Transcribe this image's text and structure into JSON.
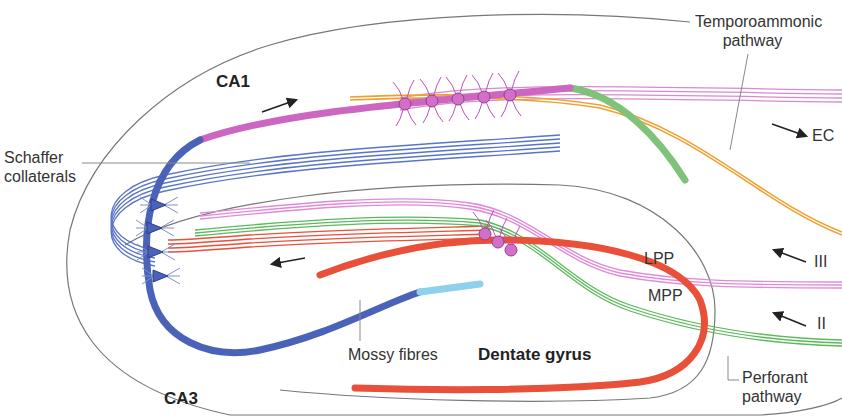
{
  "diagram": {
    "labels": [
      "Temporoammonic pathway",
      "CA1",
      "Schaffer collaterals",
      "EC",
      "III",
      "II",
      "LPP",
      "MPP",
      "Perforant pathway",
      "Mossy fibres",
      "Dentate gyrus",
      "CA3"
    ]
  }
}
